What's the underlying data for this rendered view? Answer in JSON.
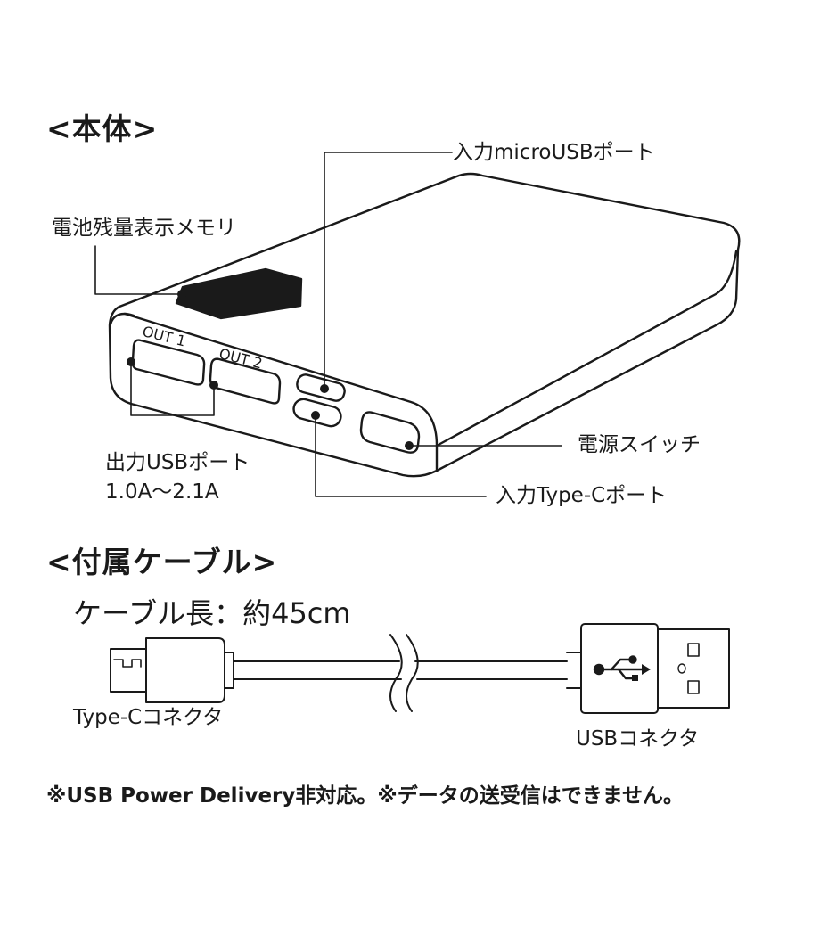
{
  "headings": {
    "body": "<本体>",
    "cable": "<付属ケーブル>"
  },
  "callouts": {
    "battery_memory": "電池残量表示メモリ",
    "micro_usb_input": "入力microUSBポート",
    "usb_output": "出力USBポート",
    "usb_output_rating": "1.0A〜2.1A",
    "power_switch": "電源スイッチ",
    "typec_input": "入力Type-Cポート"
  },
  "device": {
    "port1": "OUT 1",
    "port2": "OUT 2"
  },
  "cable": {
    "length": "ケーブル長：約45cm",
    "typec_connector": "Type-Cコネクタ",
    "usb_connector": "USBコネクタ"
  },
  "footnote": "※USB Power Delivery非対応。※データの送受信はできません。",
  "colors": {
    "line": "#1a1a1a",
    "display": "#1a1a1a",
    "background": "#ffffff"
  }
}
